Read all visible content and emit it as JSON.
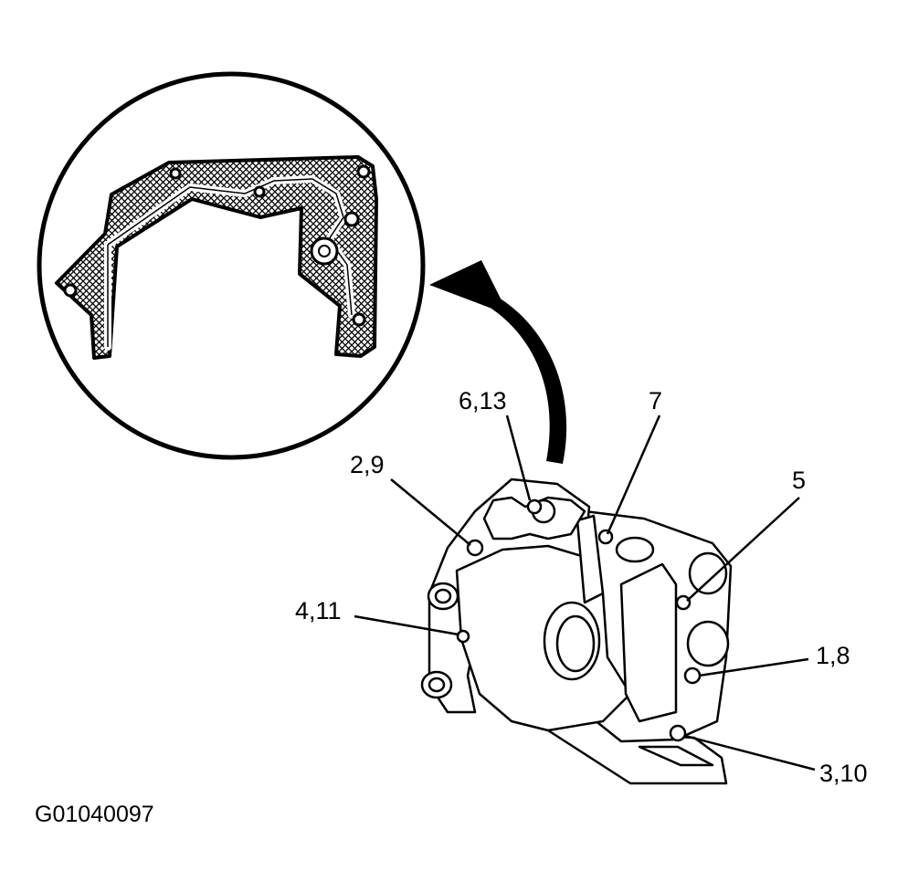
{
  "callouts": [
    {
      "id": "c-6-13",
      "text": "6,13"
    },
    {
      "id": "c-7",
      "text": "7"
    },
    {
      "id": "c-2-9",
      "text": "2,9"
    },
    {
      "id": "c-5",
      "text": "5"
    },
    {
      "id": "c-4-11",
      "text": "4,11"
    },
    {
      "id": "c-1-8",
      "text": "1,8"
    },
    {
      "id": "c-3-10",
      "text": "3,10"
    }
  ],
  "figure_id": "G01040097",
  "colors": {
    "ink": "#000000",
    "paper": "#ffffff"
  }
}
